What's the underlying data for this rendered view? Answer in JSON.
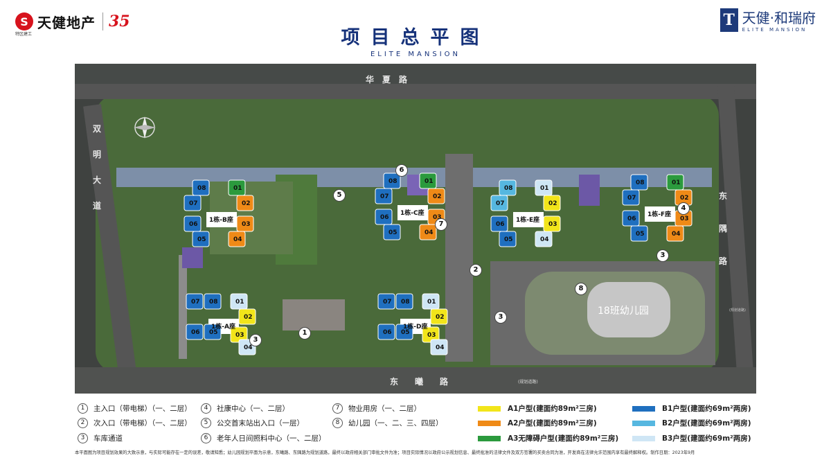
{
  "header": {
    "brand_name": "天健地产",
    "brand_sub": "特区建工",
    "anniversary": "35",
    "title": "项目总平图",
    "subtitle": "ELITE MANSION",
    "project_name": "天健·和瑞府",
    "project_en": "ELITE MANSION"
  },
  "map": {
    "roads": {
      "north": "华　夏　路",
      "west": [
        "双",
        "明",
        "大",
        "道"
      ],
      "east": [
        "东",
        "隅",
        "路"
      ],
      "south": "东　　曦　　路",
      "south_note": "(规划道路)",
      "east_note": "(规划道路)"
    },
    "kindergarten": "18班幼儿园",
    "buildings": [
      {
        "name": "1栋-B座",
        "units": [
          "08",
          "01",
          "07",
          "02",
          "06",
          "03",
          "05",
          "04"
        ]
      },
      {
        "name": "1栋-C座",
        "units": [
          "08",
          "01",
          "07",
          "02",
          "06",
          "03",
          "05",
          "04"
        ]
      },
      {
        "name": "1栋-E座",
        "units": [
          "08",
          "01",
          "07",
          "02",
          "06",
          "03",
          "05",
          "04"
        ]
      },
      {
        "name": "1栋-F座",
        "units": [
          "08",
          "01",
          "07",
          "02",
          "06",
          "03",
          "05",
          "04"
        ]
      },
      {
        "name": "1栋-A座",
        "units": [
          "07",
          "08",
          "01",
          "02",
          "06",
          "05",
          "03",
          "04"
        ]
      },
      {
        "name": "1栋-D座",
        "units": [
          "07",
          "08",
          "01",
          "02",
          "06",
          "05",
          "03",
          "04"
        ]
      }
    ],
    "markers": [
      "1",
      "2",
      "3",
      "3",
      "3",
      "4",
      "5",
      "6",
      "7",
      "8"
    ]
  },
  "legend": {
    "facilities": [
      {
        "num": "1",
        "label": "主入口（带电梯）（一、二层）"
      },
      {
        "num": "2",
        "label": "次入口（带电梯）（一、二层）"
      },
      {
        "num": "3",
        "label": "车库通道"
      },
      {
        "num": "4",
        "label": "社康中心（一、二层）"
      },
      {
        "num": "5",
        "label": "公交首末站出入口（一层）"
      },
      {
        "num": "6",
        "label": "老年人日间照料中心（一、二层）"
      },
      {
        "num": "7",
        "label": "物业用房（一、二层）"
      },
      {
        "num": "8",
        "label": "幼儿园（一、二、三、四层）"
      }
    ],
    "unit_types": [
      {
        "label": "A1户型(建面约89m²三房)",
        "color": "#f2e51a"
      },
      {
        "label": "A2户型(建面约89m²三房)",
        "color": "#ef8a17"
      },
      {
        "label": "A3无障碍户型(建面约89m²三房)",
        "color": "#2b9a3d"
      },
      {
        "label": "B1户型(建面约69m²两房)",
        "color": "#1f6fbf"
      },
      {
        "label": "B2户型(建面约69m²两房)",
        "color": "#56b7e0"
      },
      {
        "label": "B3户型(建面约69m²两房)",
        "color": "#cfe6f5"
      }
    ]
  },
  "disclaimer": "本平面图为项目规划效果的大致示意，与实际可能存在一定的误差，敬请知悉；幼儿园规划平面为示意，东曦路、东隅路为规划道路，最终以政府相关部门审批文件为准；项目实际情况以政府公示规划信息、最终批准的法律文件及双方签署的买卖合同为准，开发商在法律允许范围内享有最终解释权。制作日期：2023年9月"
}
